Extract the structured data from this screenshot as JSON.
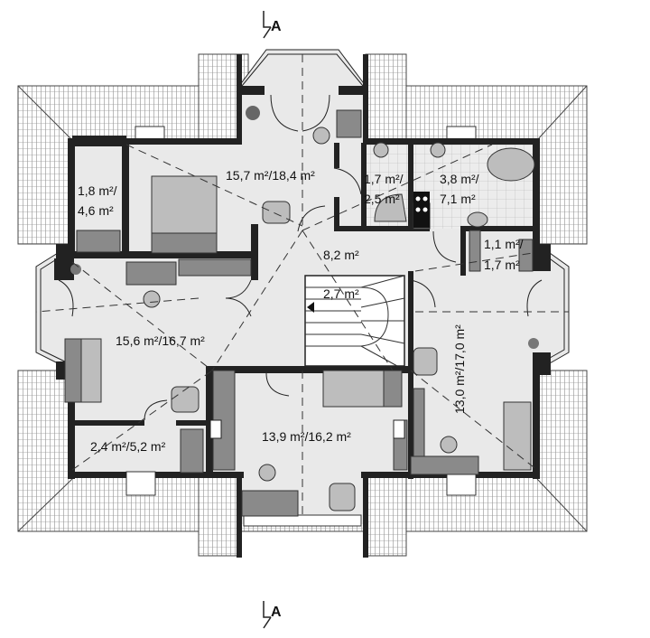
{
  "section_marks": {
    "top": "A",
    "bottom": "A"
  },
  "rooms": [
    {
      "id": "bedroom-north",
      "area": "15,7 m²/18,4 m²"
    },
    {
      "id": "wardrobe-nw",
      "area_line1": "1,8 m²/",
      "area_line2": "4,6 m²"
    },
    {
      "id": "wc",
      "area_line1": "1,7 m²/",
      "area_line2": "2,5 m²"
    },
    {
      "id": "bathroom",
      "area_line1": "3,8 m²/",
      "area_line2": "7,1 m²"
    },
    {
      "id": "hall",
      "area": "8,2 m²"
    },
    {
      "id": "closet-ne",
      "area_line1": "1,1 m²/",
      "area_line2": "1,7 m²"
    },
    {
      "id": "staircase",
      "area": "2,7 m²"
    },
    {
      "id": "bedroom-west",
      "area": "15,6 m²/16,7 m²"
    },
    {
      "id": "bedroom-east",
      "area": "13,0 m²/17,0 m²"
    },
    {
      "id": "wardrobe-sw",
      "area": "2,4 m²/5,2 m²"
    },
    {
      "id": "bedroom-south",
      "area": "13,9 m²/16,2 m²"
    }
  ],
  "colors": {
    "wall": "#222222",
    "floor": "#e9e9e9",
    "furniture": "#8a8a8a",
    "roof": "#ffffff"
  }
}
